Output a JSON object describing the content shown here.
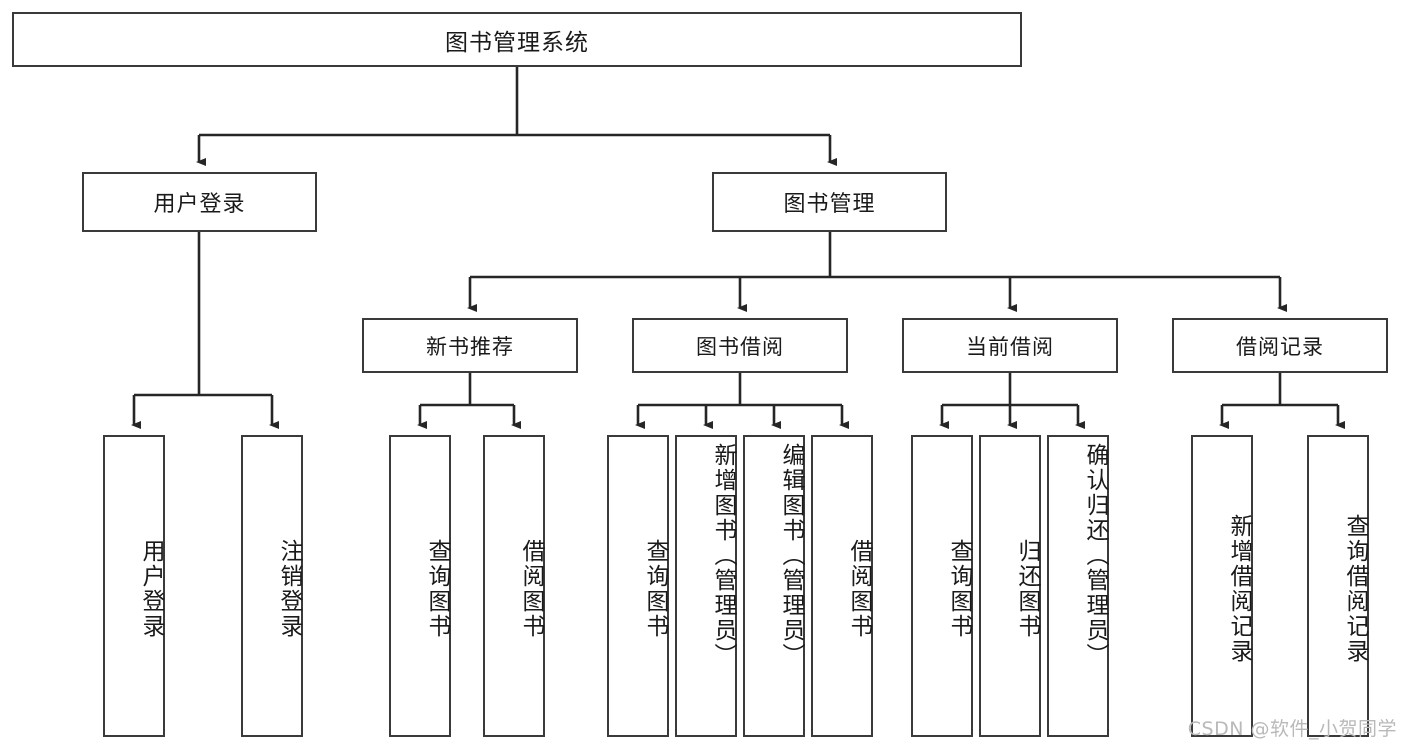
{
  "diagram": {
    "type": "tree-hierarchy",
    "title": "图书管理系统",
    "watermark": "CSDN @软件_小贺同学",
    "colors": {
      "box_border": "#3a3a3a",
      "box_fill": "#ffffff",
      "connector": "#262626",
      "text": "#1a1a1a",
      "watermark": "#b9b9b9",
      "background": "#ffffff"
    },
    "nodes": {
      "root": {
        "label": "图书管理系统"
      },
      "level2": [
        {
          "label": "用户登录"
        },
        {
          "label": "图书管理"
        }
      ],
      "level3": [
        {
          "label": "新书推荐"
        },
        {
          "label": "图书借阅"
        },
        {
          "label": "当前借阅"
        },
        {
          "label": "借阅记录"
        }
      ],
      "leaves": {
        "user_login": [
          {
            "label": "用户登录"
          },
          {
            "label": "注销登录"
          }
        ],
        "new_book_recommend": [
          {
            "label": "查询图书"
          },
          {
            "label": "借阅图书"
          }
        ],
        "book_borrow": [
          {
            "label": "查询图书"
          },
          {
            "label": "新增图书（管理员）"
          },
          {
            "label": "编辑图书（管理员）"
          },
          {
            "label": "借阅图书"
          }
        ],
        "current_borrow": [
          {
            "label": "查询图书"
          },
          {
            "label": "归还图书"
          },
          {
            "label": "确认归还（管理员）"
          }
        ],
        "borrow_record": [
          {
            "label": "新增借阅记录"
          },
          {
            "label": "查询借阅记录"
          }
        ]
      }
    }
  }
}
